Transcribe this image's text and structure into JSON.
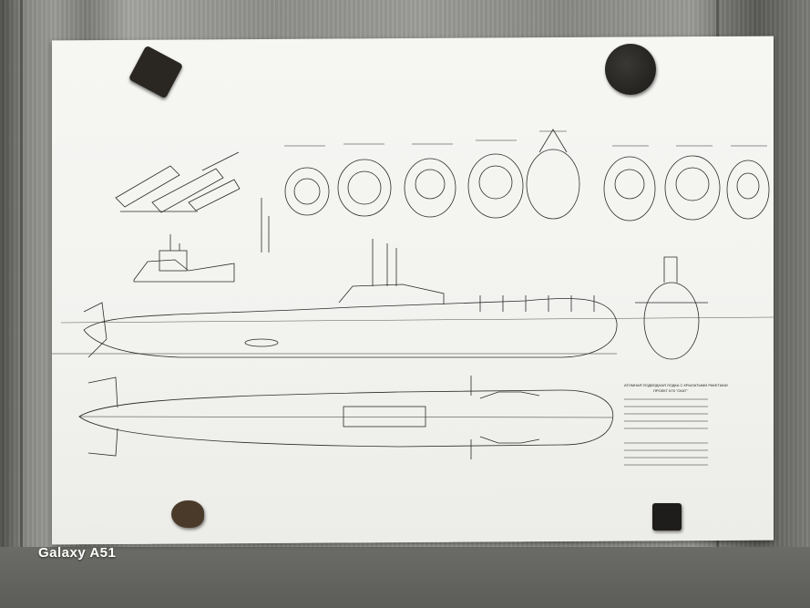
{
  "photo": {
    "subject": "blueprint-print-on-metal-wall",
    "watermark_text": "Galaxy A51",
    "colors": {
      "paper": "#f3f3f0",
      "ink": "#222222",
      "wall": "#8e8e8a",
      "magnet": "#2a2622"
    }
  },
  "blueprint": {
    "spec_title": "АТОМНАЯ ПОДВОДНАЯ ЛОДКА С КРЫЛАТЫМИ РАКЕТАМИ",
    "spec_subtitle": "ПРОЕКТ 675 \"СКАТ\""
  }
}
